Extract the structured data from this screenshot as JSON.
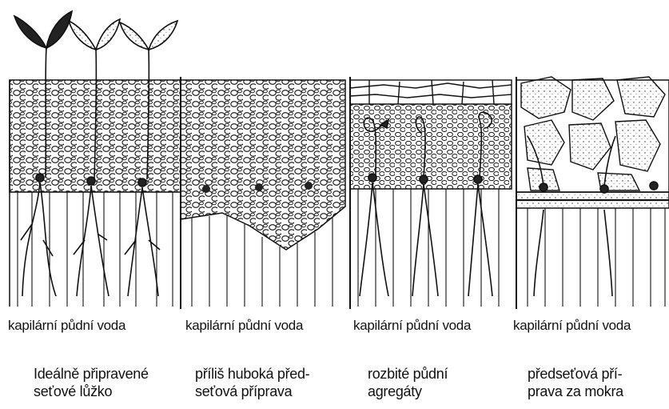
{
  "panels": [
    {
      "soil_label": "kapilární půdní voda",
      "caption_line1": "Ideálně připravené",
      "caption_line2": "seťové lůžko"
    },
    {
      "soil_label": "kapilární půdní voda",
      "caption_line1": "příliš huboká před-",
      "caption_line2": "seťová příprava"
    },
    {
      "soil_label": "kapilární půdní voda",
      "caption_line1": "rozbité půdní",
      "caption_line2": "agregáty"
    },
    {
      "soil_label": "kapilární půdní voda",
      "caption_line1": "předseťová pří-",
      "caption_line2": "prava za mokra"
    }
  ],
  "colors": {
    "ink": "#111111",
    "paper": "#ffffff"
  }
}
